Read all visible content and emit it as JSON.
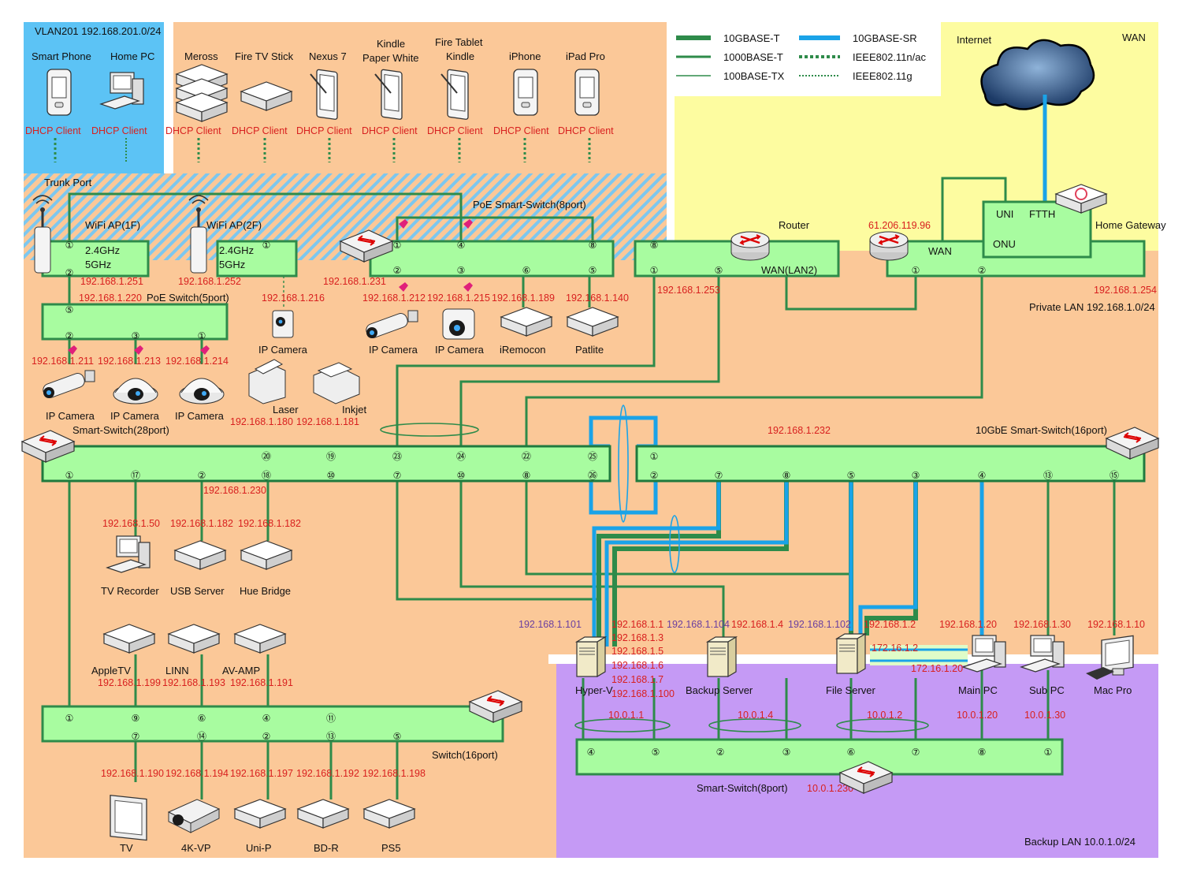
{
  "legend": {
    "l10gt": "10GBASE-T",
    "l1000": "1000BASE-T",
    "l100": "100BASE-TX",
    "l10gsr": "10GBASE-SR",
    "lwifi_ac": "IEEE802.11n/ac",
    "lwifi_g": "IEEE802.11g"
  },
  "colors": {
    "green": "#2e8b4a",
    "blue": "#1aa3e8",
    "orange": "#fbc898",
    "lightblue": "#5cc3f5",
    "yellow": "#fdfca0",
    "purple": "#c59af5",
    "red_ip": "#d8201f"
  },
  "zones": {
    "vlan": "VLAN201 192.168.201.0/24",
    "wan": "WAN",
    "internet": "Internet",
    "trunk": "Trunk Port",
    "private": "Private LAN 192.168.1.0/24",
    "backup": "Backup LAN 10.0.1.0/24"
  },
  "wifi_clients": [
    {
      "name": "Smart Phone",
      "status": "DHCP Client"
    },
    {
      "name": "Home PC",
      "status": "DHCP Client"
    },
    {
      "name": "Meross",
      "status": "DHCP Client"
    },
    {
      "name": "Fire TV Stick",
      "status": "DHCP Client"
    },
    {
      "name": "Nexus 7",
      "status": "DHCP Client"
    },
    {
      "name": "Kindle\nPaper White",
      "l1": "Kindle",
      "l2": "Paper White",
      "status": "DHCP Client"
    },
    {
      "name": "Fire Tablet\nKindle",
      "l1": "Fire Tablet",
      "l2": "Kindle",
      "status": "DHCP Client"
    },
    {
      "name": "iPhone",
      "status": "DHCP Client"
    },
    {
      "name": "iPad Pro",
      "status": "DHCP Client"
    }
  ],
  "ap1": {
    "name": "WiFi AP(1F)",
    "band1": "2.4GHz",
    "band2": "5GHz",
    "ip": "192.168.1.251"
  },
  "ap2": {
    "name": "WiFi AP(2F)",
    "band1": "2.4GHz",
    "band2": "5GHz",
    "ip": "192.168.1.252"
  },
  "poe8": {
    "name": "PoE Smart-Switch(8port)",
    "ip": "192.168.1.231"
  },
  "poe5": {
    "name": "PoE Switch(5port)",
    "ip": "192.168.1.220"
  },
  "router": {
    "name": "Router",
    "wan_label": "WAN(LAN2)",
    "ip": "192.168.1.253"
  },
  "hgw": {
    "name": "Home Gateway",
    "wan": "WAN",
    "uni": "UNI",
    "ftth": "FTTH",
    "onu": "ONU",
    "global_ip": "61.206.119.96",
    "ip": "192.168.1.254"
  },
  "cams": {
    "c216": {
      "name": "IP Camera",
      "ip": "192.168.1.216"
    },
    "c212": {
      "name": "IP Camera",
      "ip": "192.168.1.212"
    },
    "c215": {
      "name": "IP Camera",
      "ip": "192.168.1.215"
    },
    "c211": {
      "name": "IP Camera",
      "ip": "192.168.1.211"
    },
    "c213": {
      "name": "IP Camera",
      "ip": "192.168.1.213"
    },
    "c214": {
      "name": "IP Camera",
      "ip": "192.168.1.214"
    }
  },
  "iremocon": {
    "name": "iRemocon",
    "ip": "192.168.1.189"
  },
  "patlite": {
    "name": "Patlite",
    "ip": "192.168.1.140"
  },
  "laser": {
    "name": "Laser",
    "ip": "192.168.1.180"
  },
  "inkjet": {
    "name": "Inkjet",
    "ip": "192.168.1.181"
  },
  "sw28": {
    "name": "Smart-Switch(28port)",
    "ip": "192.168.1.230"
  },
  "sw10g": {
    "name": "10GbE Smart-Switch(16port)",
    "ip": "192.168.1.232"
  },
  "tvrec": {
    "name": "TV Recorder",
    "ip": "192.168.1.50"
  },
  "usbsrv": {
    "name": "USB Server",
    "ip": "192.168.1.182"
  },
  "hue": {
    "name": "Hue Bridge",
    "ip": "192.168.1.182"
  },
  "appletv": {
    "name": "AppleTV",
    "ip": "192.168.1.199"
  },
  "linn": {
    "name": "LINN",
    "ip": "192.168.1.193"
  },
  "avamp": {
    "name": "AV-AMP",
    "ip": "192.168.1.191"
  },
  "sw16": {
    "name": "Switch(16port)"
  },
  "tv": {
    "name": "TV",
    "ip": "192.168.1.190"
  },
  "vp": {
    "name": "4K-VP",
    "ip": "192.168.1.194"
  },
  "unip": {
    "name": "Uni-P",
    "ip": "192.168.1.197"
  },
  "bdr": {
    "name": "BD-R",
    "ip": "192.168.1.192"
  },
  "ps5": {
    "name": "PS5",
    "ip": "192.168.1.198"
  },
  "hyperv": {
    "name": "Hyper-V",
    "ip_mgmt": "192.168.1.101",
    "ips": [
      "192.168.1.1",
      "192.168.1.3",
      "192.168.1.5",
      "192.168.1.6",
      "192.168.1.7",
      "192.168.1.100"
    ],
    "backup_ip": "10.0.1.1"
  },
  "backupsrv": {
    "name": "Backup Server",
    "ip_mgmt": "192.168.1.104",
    "ip": "192.168.1.4",
    "backup_ip": "10.0.1.4"
  },
  "filesrv": {
    "name": "File Server",
    "ip_mgmt": "192.168.1.102",
    "ip": "192.168.1.2",
    "backup_ip": "10.0.1.2",
    "direct1": "172.16.1.2"
  },
  "mainpc": {
    "name": "Main PC",
    "ip": "192.168.1.20",
    "backup_ip": "10.0.1.20",
    "direct": "172.16.1.20"
  },
  "subpc": {
    "name": "Sub PC",
    "ip": "192.168.1.30",
    "backup_ip": "10.0.1.30"
  },
  "macpro": {
    "name": "Mac Pro",
    "ip": "192.168.1.10"
  },
  "sw8": {
    "name": "Smart-Switch(8port)",
    "ip": "10.0.1.230"
  }
}
